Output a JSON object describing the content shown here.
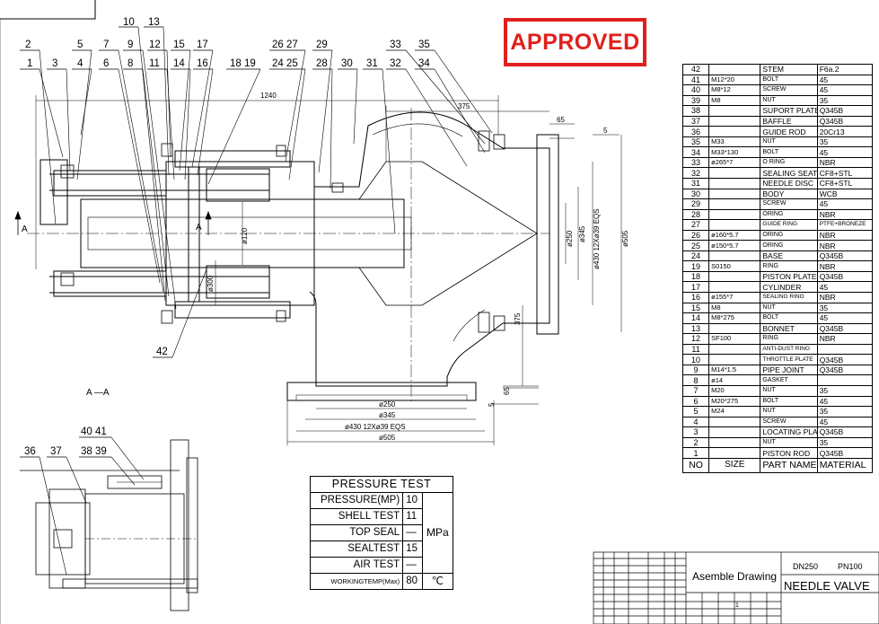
{
  "stamp": {
    "text": "APPROVED"
  },
  "balloons": {
    "top_row": [
      "2",
      "5",
      "7",
      "9",
      "12",
      "15",
      "17",
      "26 27",
      "29",
      "33",
      "35"
    ],
    "bottom_row": [
      "1",
      "3",
      "4",
      "6",
      "8",
      "11",
      "14",
      "16",
      "18 19",
      "24 25",
      "28",
      "30",
      "31",
      "32",
      "34"
    ],
    "stacked": [
      "10",
      "13"
    ],
    "lower": [
      "42"
    ],
    "section_view": [
      "40 41",
      "36",
      "37",
      "38 39"
    ]
  },
  "dimensions": {
    "overall_length": "1240",
    "d375_top": "375",
    "d65_top": "65",
    "d5_top": "5",
    "piston_dia": "ø120",
    "cylinder_dia": "ø300",
    "body_d250": "ø250",
    "body_d345": "ø345",
    "bolt_circle": "ø430 12Xø39 EQS",
    "flange_d505": "ø505",
    "d375_side": "375",
    "d65_bottom": "65",
    "d5_bottom": "5",
    "bottom_d250": "ø250",
    "bottom_d345": "ø345",
    "bottom_bolt_circle": "ø430 12Xø39 EQS",
    "bottom_d505": "ø505"
  },
  "section": {
    "mark_left": "A",
    "mark_right": "A",
    "title": "A —A"
  },
  "pressure_test": {
    "title": "PRESSURE TEST",
    "rows": [
      {
        "label": "PRESSURE(MP)",
        "value": "10"
      },
      {
        "label": "SHELL TEST",
        "value": "11"
      },
      {
        "label": "TOP SEAL",
        "value": "—"
      },
      {
        "label": "SEALTEST",
        "value": "15"
      },
      {
        "label": "AIR TEST",
        "value": "—"
      },
      {
        "label": "WORKINGTEMP(Max)",
        "value": "80"
      }
    ],
    "unit_pressure": "MPa",
    "unit_temp": "℃"
  },
  "bom": {
    "rows": [
      {
        "no": "42",
        "size": "",
        "part": "STEM",
        "material": "F6a.2"
      },
      {
        "no": "41",
        "size": "M12*20",
        "part": "BOLT",
        "material": "45"
      },
      {
        "no": "40",
        "size": "M8*12",
        "part": "SCREW",
        "material": "45"
      },
      {
        "no": "39",
        "size": "M8",
        "part": "NUT",
        "material": "35"
      },
      {
        "no": "38",
        "size": "",
        "part": "SUPORT PLATE",
        "material": "Q345B"
      },
      {
        "no": "37",
        "size": "",
        "part": "BAFFLE",
        "material": "Q345B"
      },
      {
        "no": "36",
        "size": "",
        "part": "GUIDE ROD",
        "material": "20Cr13"
      },
      {
        "no": "35",
        "size": "M33",
        "part": "NUT",
        "material": "35"
      },
      {
        "no": "34",
        "size": "M33*130",
        "part": "BOLT",
        "material": "45"
      },
      {
        "no": "33",
        "size": "ø265*7",
        "part": "O RING",
        "material": "NBR"
      },
      {
        "no": "32",
        "size": "",
        "part": "SEALING SEAT",
        "material": "CF8+STL"
      },
      {
        "no": "31",
        "size": "",
        "part": "NEEDLE DISC",
        "material": "CF8+STL"
      },
      {
        "no": "30",
        "size": "",
        "part": "BODY",
        "material": "WCB"
      },
      {
        "no": "29",
        "size": "",
        "part": "SCREW",
        "material": "45"
      },
      {
        "no": "28",
        "size": "",
        "part": "ORING",
        "material": "NBR"
      },
      {
        "no": "27",
        "size": "",
        "part": "GUIDE RING",
        "material": "PTFE+BRONEZE"
      },
      {
        "no": "26",
        "size": "ø160*5.7",
        "part": "ORING",
        "material": "NBR"
      },
      {
        "no": "25",
        "size": "ø150*5.7",
        "part": "ORING",
        "material": "NBR"
      },
      {
        "no": "24",
        "size": "",
        "part": "BASE",
        "material": "Q345B"
      },
      {
        "no": "19",
        "size": "S0150",
        "part": "RING",
        "material": "NBR"
      },
      {
        "no": "18",
        "size": "",
        "part": "PISTON PLATE",
        "material": "Q345B"
      },
      {
        "no": "17",
        "size": "",
        "part": "CYLINDER",
        "material": "45"
      },
      {
        "no": "16",
        "size": "ø155*7",
        "part": "SEALING RING",
        "material": "NBR"
      },
      {
        "no": "15",
        "size": "M8",
        "part": "NUT",
        "material": "35"
      },
      {
        "no": "14",
        "size": "M8*275",
        "part": "BOLT",
        "material": "45"
      },
      {
        "no": "13",
        "size": "",
        "part": "BONNET",
        "material": "Q345B"
      },
      {
        "no": "12",
        "size": "SF100",
        "part": "RING",
        "material": "NBR"
      },
      {
        "no": "11",
        "size": "",
        "part": "ANTI-DUST RING",
        "material": ""
      },
      {
        "no": "10",
        "size": "",
        "part": "THROTTLE PLATE",
        "material": "Q345B"
      },
      {
        "no": "9",
        "size": "M14*1.5",
        "part": "PIPE JOINT",
        "material": "Q345B"
      },
      {
        "no": "8",
        "size": "ø14",
        "part": "GASKET",
        "material": ""
      },
      {
        "no": "7",
        "size": "M20",
        "part": "NUT",
        "material": "35"
      },
      {
        "no": "6",
        "size": "M20*275",
        "part": "BOLT",
        "material": "45"
      },
      {
        "no": "5",
        "size": "M24",
        "part": "NUT",
        "material": "35"
      },
      {
        "no": "4",
        "size": "",
        "part": "SCREW",
        "material": "45"
      },
      {
        "no": "3",
        "size": "",
        "part": "LOCATING PLATE",
        "material": "Q345B"
      },
      {
        "no": "2",
        "size": "",
        "part": "NUT",
        "material": "35"
      },
      {
        "no": "1",
        "size": "",
        "part": "PISTON ROD",
        "material": "Q345B"
      }
    ],
    "header": {
      "no": "NO",
      "size": "SIZE",
      "part": "PART NAME",
      "material": "MATERIAL"
    }
  },
  "title_block": {
    "drawing_type": "Asemble Drawing",
    "size_spec": "DN250",
    "pressure_spec": "PN100",
    "product_name": "NEEDLE VALVE",
    "sheet": "1"
  }
}
